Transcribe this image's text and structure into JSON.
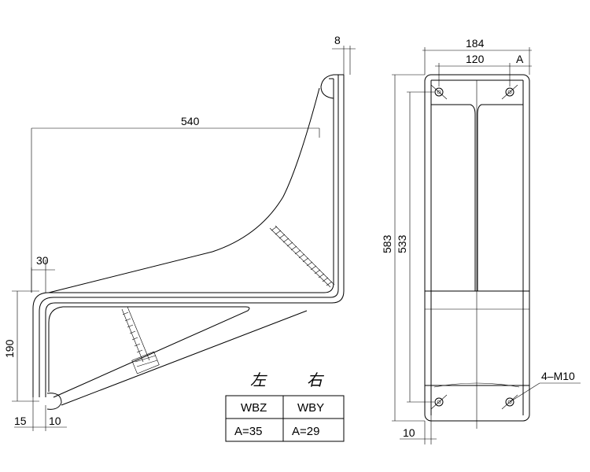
{
  "dimensions": {
    "gap_top": "8",
    "reach": "540",
    "offset": "30",
    "height_lower": "190",
    "base_15": "15",
    "base_10": "10",
    "width_total": "184",
    "hole_spacing": "120",
    "a_label": "A",
    "height_total": "583",
    "height_inner": "533",
    "bottom_10": "10",
    "hole_callout": "4–M10"
  },
  "table": {
    "left_char": "左",
    "right_char": "右",
    "left_model": "WBZ",
    "right_model": "WBY",
    "left_value": "A=35",
    "right_value": "A=29"
  }
}
